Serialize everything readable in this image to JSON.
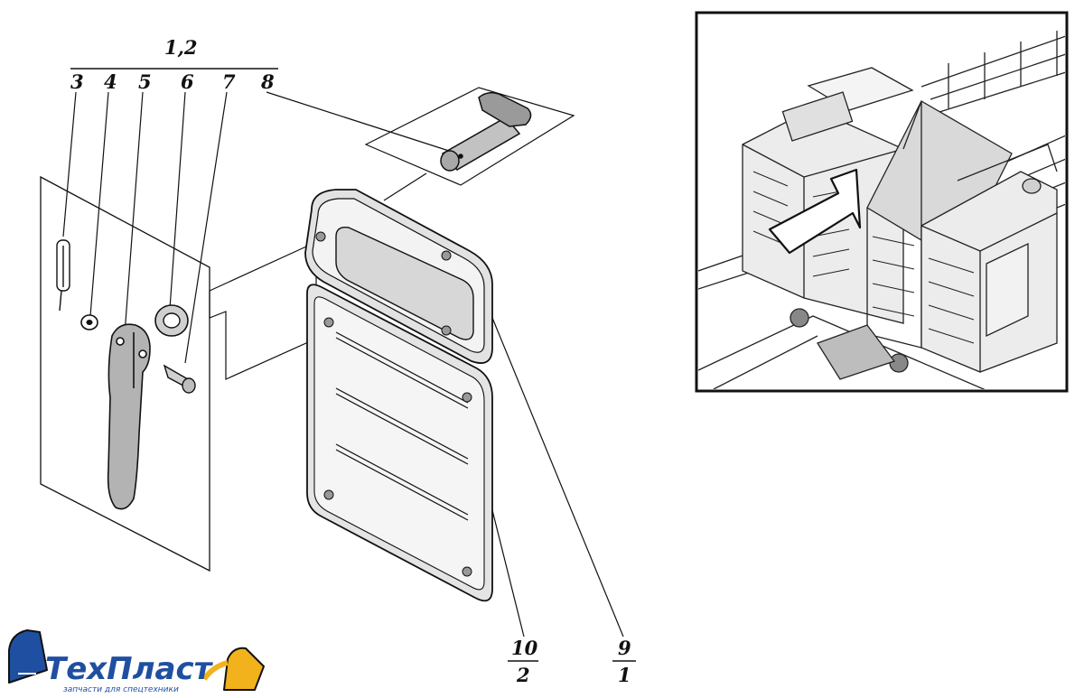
{
  "diagram": {
    "callouts": {
      "group_label": "1,2",
      "label_3": "3",
      "label_4": "4",
      "label_5": "5",
      "label_6": "6",
      "label_7": "7",
      "label_8": "8",
      "label_10_top": "10",
      "label_10_bottom": "2",
      "label_9_top": "9",
      "label_9_bottom": "1"
    }
  },
  "logo": {
    "name": "ТехПласт",
    "tagline": "запчасти для спецтехники",
    "colors": {
      "blue": "#1f4fa0",
      "yellow": "#f2b21c"
    }
  }
}
